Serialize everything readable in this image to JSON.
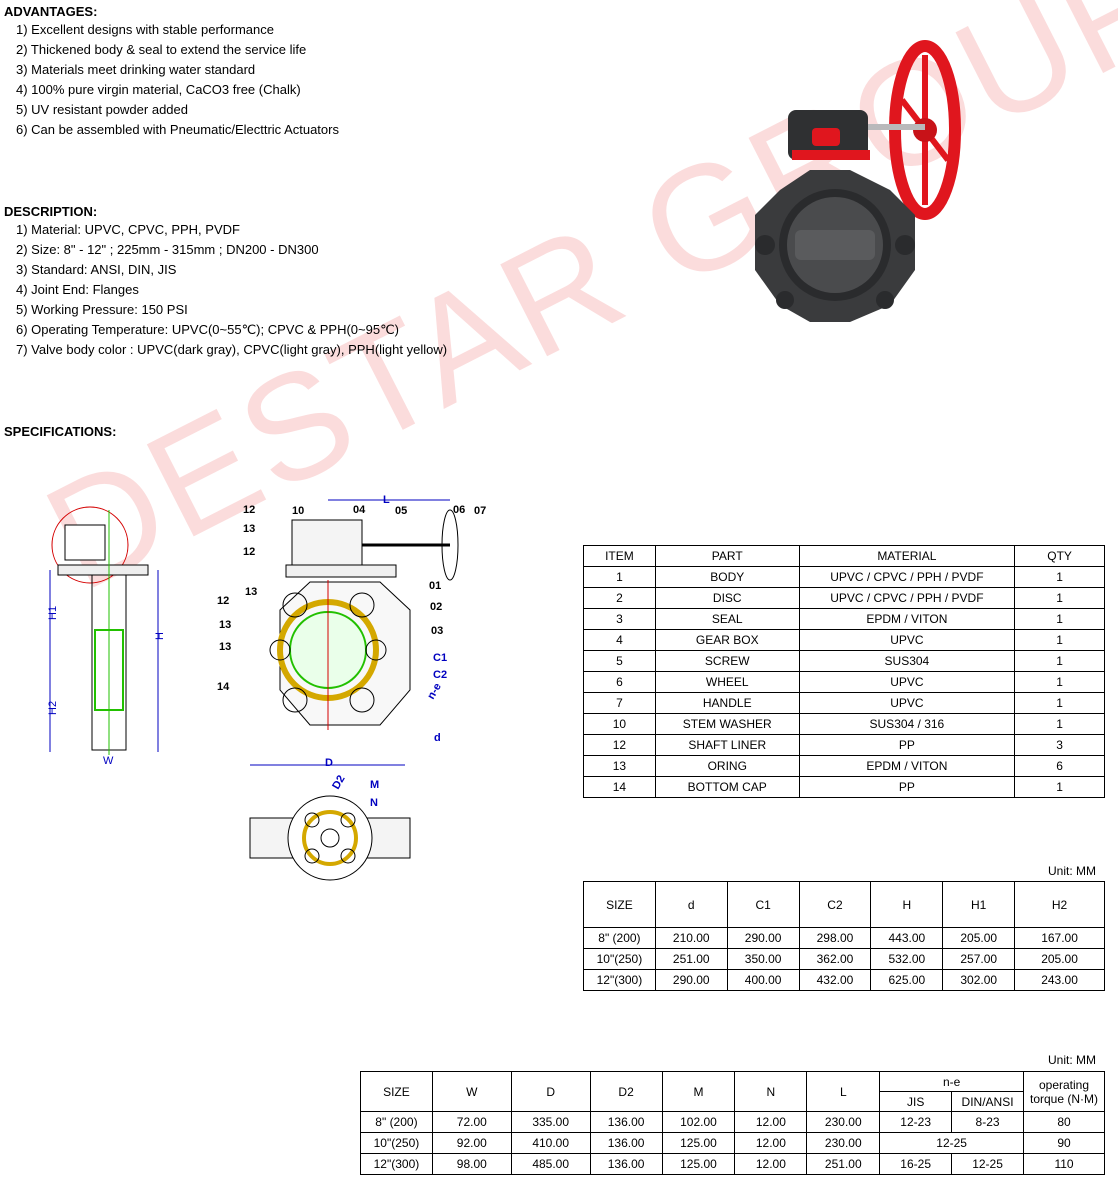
{
  "advantages": {
    "heading": "ADVANTAGES:",
    "items": [
      "1) Excellent designs with stable performance",
      "2) Thickened body & seal to extend the service life",
      "3) Materials meet drinking water standard",
      "4) 100% pure virgin material, CaCO3 free (Chalk)",
      "5) UV resistant powder added",
      "6) Can be assembled with Pneumatic/Electtric Actuators"
    ]
  },
  "description": {
    "heading": "DESCRIPTION:",
    "items": [
      "1) Material: UPVC, CPVC, PPH, PVDF",
      "2) Size: 8\" - 12\" ; 225mm - 315mm ; DN200 - DN300",
      "3) Standard: ANSI, DIN, JIS",
      "4) Joint End: Flanges",
      "5) Working Pressure: 150 PSI",
      "6) Operating Temperature: UPVC(0~55℃); CPVC & PPH(0~95℃)",
      "7) Valve body color : UPVC(dark gray), CPVC(light gray), PPH(light yellow)"
    ]
  },
  "specifications": {
    "heading": "SPECIFICATIONS:"
  },
  "watermark": "DESTAR GROUP",
  "drawing_labels": {
    "side": {
      "h1": "H1",
      "h2": "H2",
      "h": "H",
      "w": "W"
    },
    "front": [
      "12",
      "13",
      "12",
      "13",
      "12",
      "13",
      "13",
      "14",
      "10",
      "04",
      "05",
      "06",
      "07",
      "01",
      "02",
      "03",
      "C1",
      "C2",
      "n-e",
      "d",
      "L",
      "D"
    ],
    "bottom": [
      "D2",
      "M",
      "N"
    ]
  },
  "parts_table": {
    "headers": [
      "ITEM",
      "PART",
      "MATERIAL",
      "QTY"
    ],
    "rows": [
      [
        "1",
        "BODY",
        "UPVC / CPVC / PPH / PVDF",
        "1"
      ],
      [
        "2",
        "DISC",
        "UPVC / CPVC / PPH / PVDF",
        "1"
      ],
      [
        "3",
        "SEAL",
        "EPDM / VITON",
        "1"
      ],
      [
        "4",
        "GEAR BOX",
        "UPVC",
        "1"
      ],
      [
        "5",
        "SCREW",
        "SUS304",
        "1"
      ],
      [
        "6",
        "WHEEL",
        "UPVC",
        "1"
      ],
      [
        "7",
        "HANDLE",
        "UPVC",
        "1"
      ],
      [
        "10",
        "STEM WASHER",
        "SUS304 / 316",
        "1"
      ],
      [
        "12",
        "SHAFT LINER",
        "PP",
        "3"
      ],
      [
        "13",
        "ORING",
        "EPDM / VITON",
        "6"
      ],
      [
        "14",
        "BOTTOM CAP",
        "PP",
        "1"
      ]
    ]
  },
  "dim_table_1": {
    "unit": "Unit: MM",
    "headers": [
      "SIZE",
      "d",
      "C1",
      "C2",
      "H",
      "H1",
      "H2"
    ],
    "rows": [
      [
        "8\" (200)",
        "210.00",
        "290.00",
        "298.00",
        "443.00",
        "205.00",
        "167.00"
      ],
      [
        "10\"(250)",
        "251.00",
        "350.00",
        "362.00",
        "532.00",
        "257.00",
        "205.00"
      ],
      [
        "12\"(300)",
        "290.00",
        "400.00",
        "432.00",
        "625.00",
        "302.00",
        "243.00"
      ]
    ]
  },
  "dim_table_2": {
    "unit": "Unit: MM",
    "headers": [
      "SIZE",
      "W",
      "D",
      "D2",
      "M",
      "N",
      "L"
    ],
    "ne_header": "n-e",
    "ne_sub": [
      "JIS",
      "DIN/ANSI"
    ],
    "torque_header": "operating torque (N·M)",
    "rows": [
      [
        "8\" (200)",
        "72.00",
        "335.00",
        "136.00",
        "102.00",
        "12.00",
        "230.00",
        "12-23",
        "8-23",
        "80"
      ],
      [
        "10\"(250)",
        "92.00",
        "410.00",
        "136.00",
        "125.00",
        "12.00",
        "230.00",
        "12-25",
        "12-25",
        "90"
      ],
      [
        "12\"(300)",
        "98.00",
        "485.00",
        "136.00",
        "125.00",
        "12.00",
        "251.00",
        "16-25",
        "12-25",
        "110"
      ]
    ]
  },
  "colors": {
    "handwheel": "#e0161e",
    "valve_body": "#3a3b3d",
    "drawing_red": "#d40000",
    "drawing_green": "#22c000",
    "drawing_blue": "#0000c0"
  }
}
